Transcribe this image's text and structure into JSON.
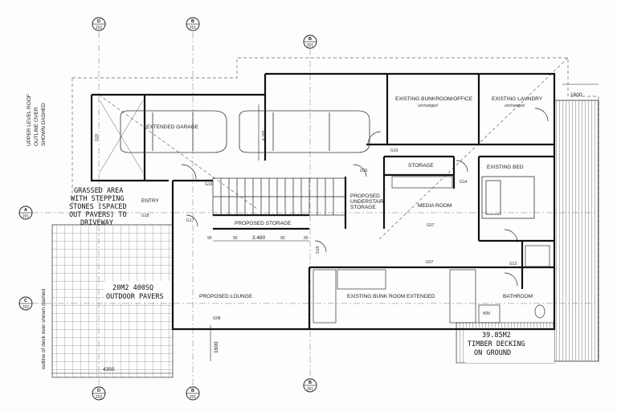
{
  "rooms": {
    "extended_garage": "EXTENDED GARAGE",
    "existing_bunkroom_office": "EXISTING BUNKROOM/OFFICE",
    "bunkroom_sub": "unchanged",
    "existing_laundry": "EXISTING LAUNDRY",
    "laundry_sub": "unchanged",
    "storage": "STORAGE",
    "existing_bed": "EXISTING BED",
    "media_room": "MEDIA ROOM",
    "proposed_understair_storage": [
      "PROPOSED",
      "UNDERSTAIR",
      "STORAGE"
    ],
    "proposed_storage": "PROPOSED STORAGE",
    "entry": "ENTRY",
    "proposed_lounge": "PROPOSED LOUNGE",
    "existing_bunk_room_extended": "EXISTING BUNK ROOM EXTENDED",
    "bathroom": "BATHROOM",
    "wm": "WM"
  },
  "notes": {
    "upper_roof": [
      "UPPER LEVEL ROOF",
      "OUTLINE OVER",
      "SHOWN DASHED"
    ],
    "grassed_area": [
      "GRASSED AREA",
      "WITH STEPPING",
      "STONES (SPACED",
      "OUT PAVERS) TO",
      "DRIVEWAY"
    ],
    "outdoor_pavers": [
      "20M2 400SQ",
      "OUTDOOR PAVERS"
    ],
    "deck_outline": "outline of deck over shown dashed",
    "timber_decking": [
      "39.85M2",
      "TIMBER DECKING",
      "ON GROUND"
    ]
  },
  "dimensions": {
    "top_right": "1600",
    "stair_width": "3.480",
    "bottom_left": "4350",
    "deck_depth": "1600",
    "garage_width": "4.265"
  },
  "door_tags": [
    "G10",
    "G16",
    "G14",
    "G19",
    "G17",
    "G18",
    "G07",
    "G15",
    "G13",
    "G08",
    "G20"
  ],
  "misc_tags": [
    "90",
    "90",
    "90",
    "90"
  ],
  "section_markers": [
    {
      "label": "D",
      "ref": "202"
    },
    {
      "label": "B",
      "ref": "201"
    },
    {
      "label": "B",
      "ref": "301"
    },
    {
      "label": "A",
      "ref": "201"
    },
    {
      "label": "C",
      "ref": "202"
    },
    {
      "label": "D",
      "ref": "202"
    },
    {
      "label": "B",
      "ref": "201"
    },
    {
      "label": "B",
      "ref": "301"
    }
  ]
}
